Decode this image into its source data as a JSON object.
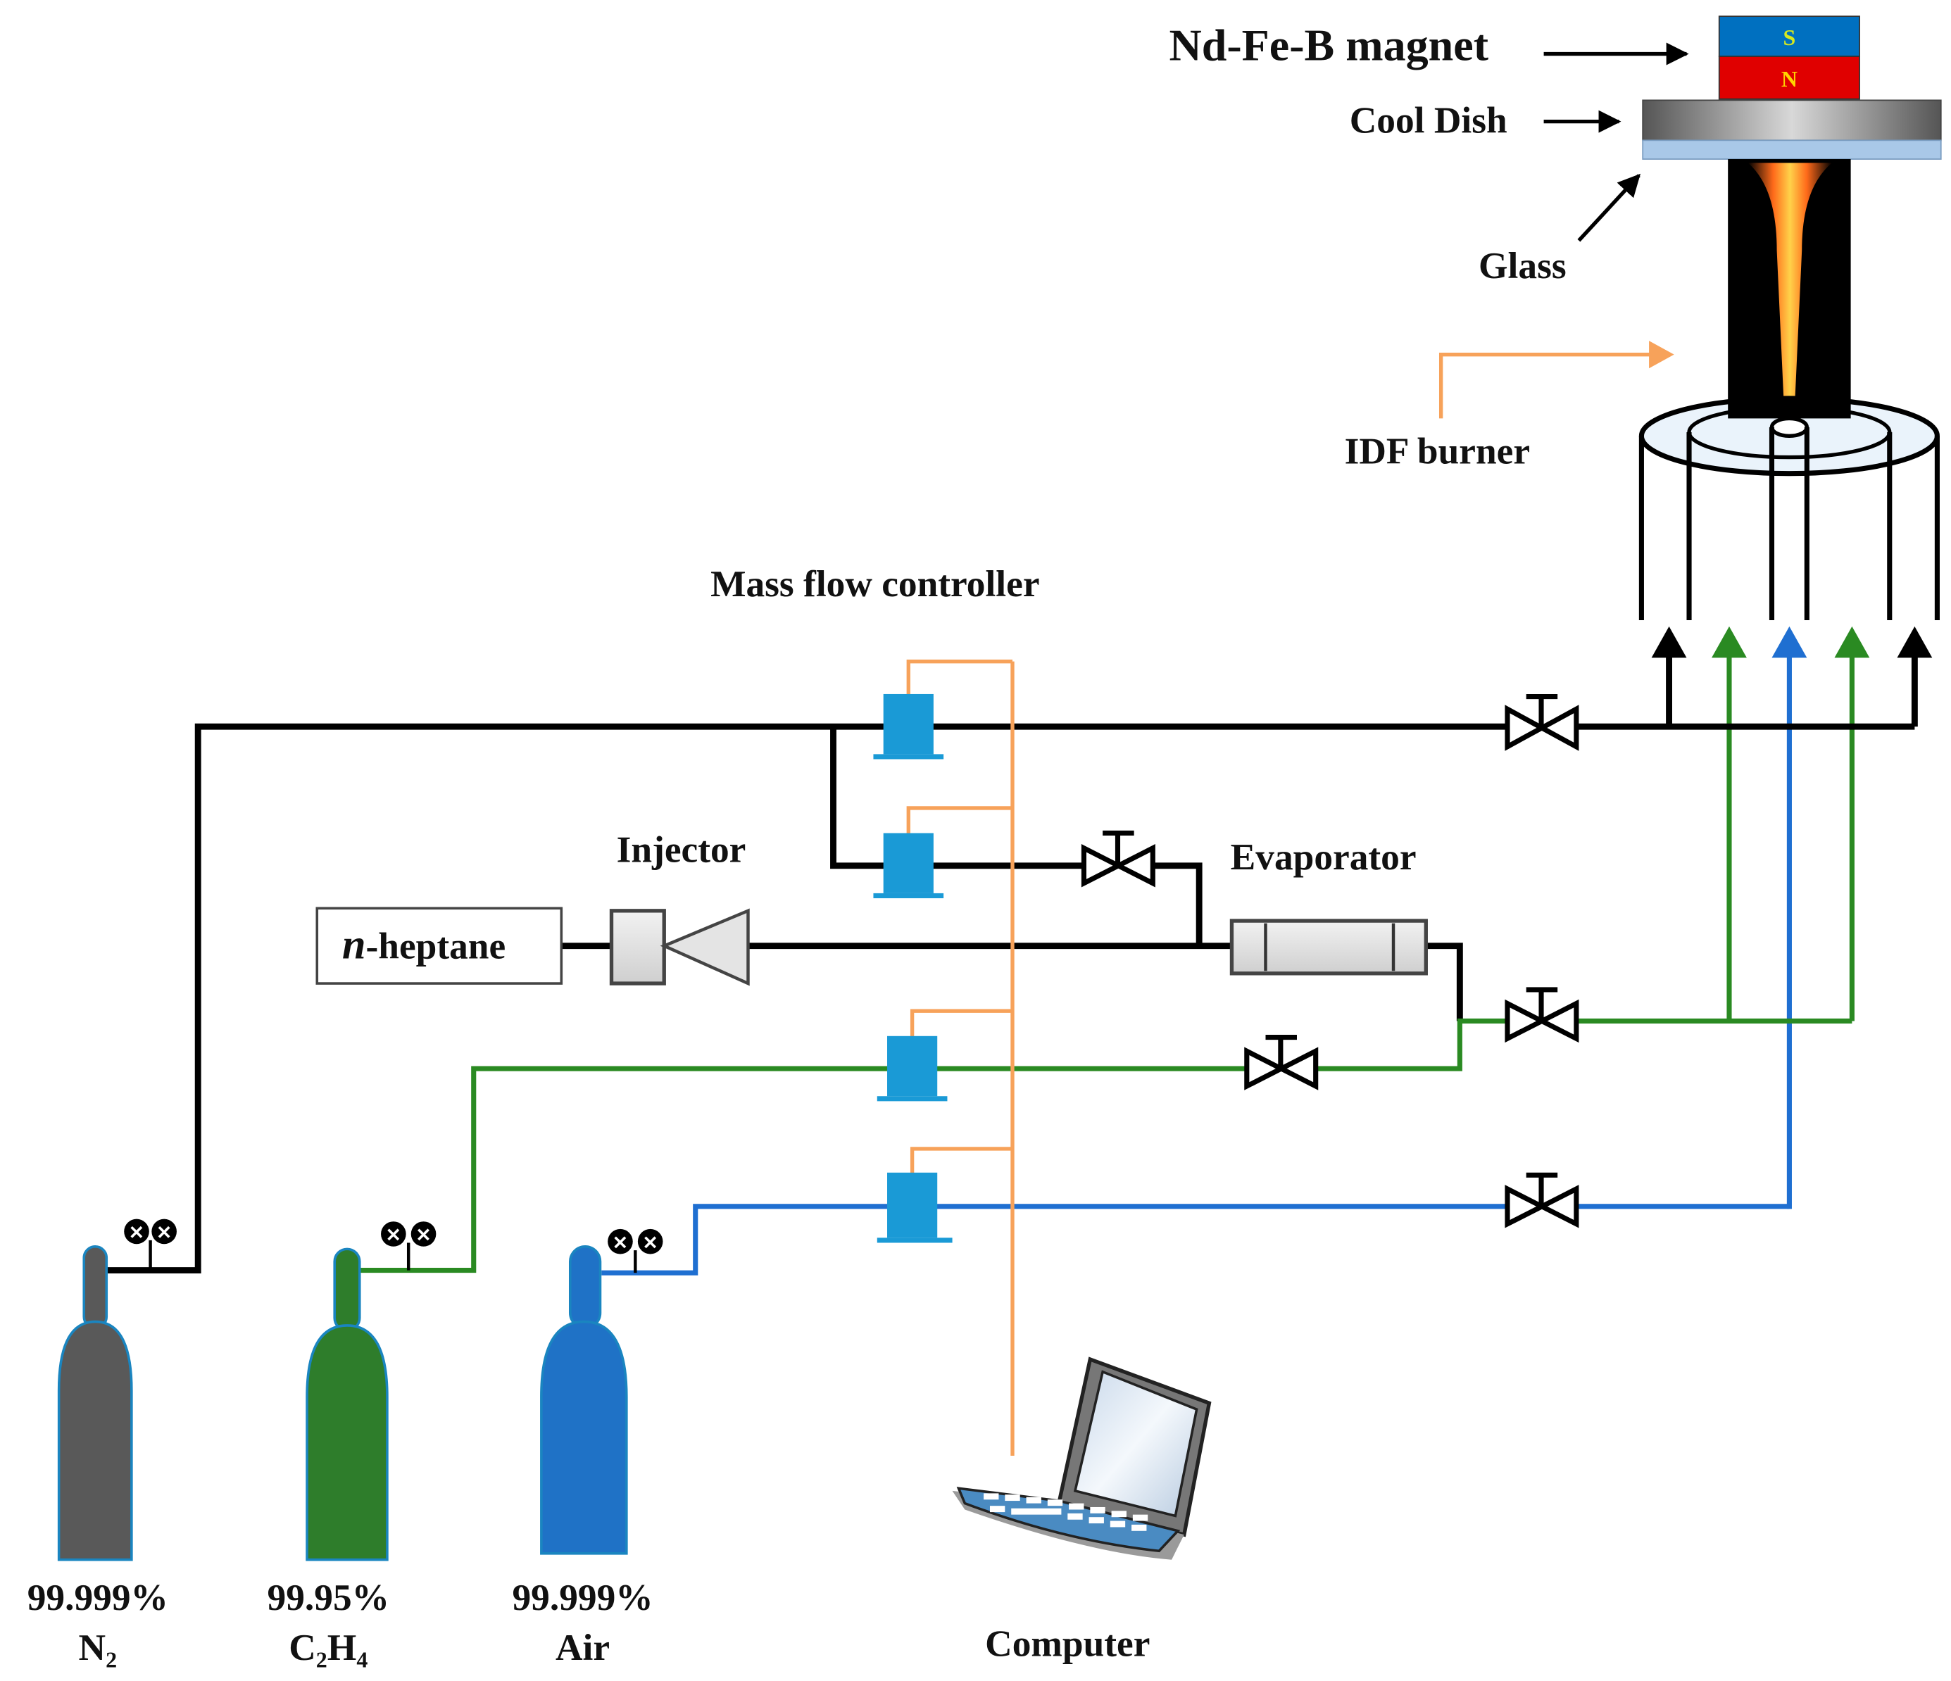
{
  "labels": {
    "magnet": "Nd-Fe-B magnet",
    "magnet_s": "S",
    "magnet_n": "N",
    "cool_dish": "Cool Dish",
    "glass": "Glass",
    "idf_burner": "IDF burner",
    "mass_flow_controller": "Mass flow controller",
    "injector": "Injector",
    "evaporator": "Evaporator",
    "heptane_prefix": "n",
    "heptane_suffix": "-heptane",
    "computer": "Computer"
  },
  "cylinders": [
    {
      "gas": "N",
      "sub": "2",
      "gas_tail": "",
      "purity": "99.999%",
      "color": "#595959"
    },
    {
      "gas": "C",
      "sub": "2",
      "gas_tail": "H",
      "sub2": "4",
      "purity": "99.95%",
      "color": "#2e7d2b"
    },
    {
      "gas": "Air",
      "sub": "",
      "gas_tail": "",
      "purity": "99.999%",
      "color": "#1f72c6"
    }
  ],
  "colors": {
    "n2_line": "#000000",
    "c2h4_line": "#2a8a22",
    "air_line": "#1f6fd1",
    "signal_wire": "#f7a25a",
    "mfc": "#1a9ad6",
    "magnet_south": "#0070c0",
    "magnet_north": "#e00000"
  }
}
